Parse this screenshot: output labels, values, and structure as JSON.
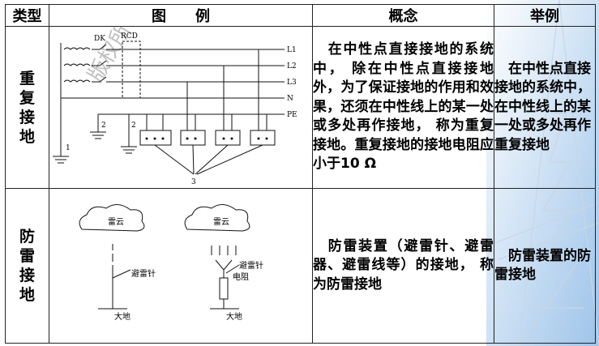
{
  "headers": {
    "type": "类型",
    "figure": "图　　例",
    "concept": "概念",
    "example": "举例"
  },
  "rows": [
    {
      "type": "重复接地",
      "concept": "　在中性点直接接地的系统中， 除在中性点直接接地外，为了保证接地的作用和效果，还须在中性线上的某一处或多处再作接地， 称为重复接地。重复接地的接地电阻应小于10 Ω",
      "example": "　在中性点直接接地的系统中， 在中性线上的某一处或多处再作重复接地",
      "figure_labels": {
        "dk": "DK",
        "rcd": "RCD",
        "l1": "L1",
        "l2": "L2",
        "l3": "L3",
        "n": "N",
        "pe": "PE",
        "n1": "1",
        "n2a": "2",
        "n2b": "2",
        "n3": "3"
      }
    },
    {
      "type": "防雷接地",
      "concept": "　防雷装置（避雷针、避雷器、避雷线等）的接地， 称为防雷接地",
      "example": "　防雷装置的防雷接地",
      "figure_labels": {
        "cloud": "雷云",
        "rod": "避雷针",
        "resistor": "电阻",
        "earth": "大地"
      }
    }
  ],
  "watermark": "版权所"
}
